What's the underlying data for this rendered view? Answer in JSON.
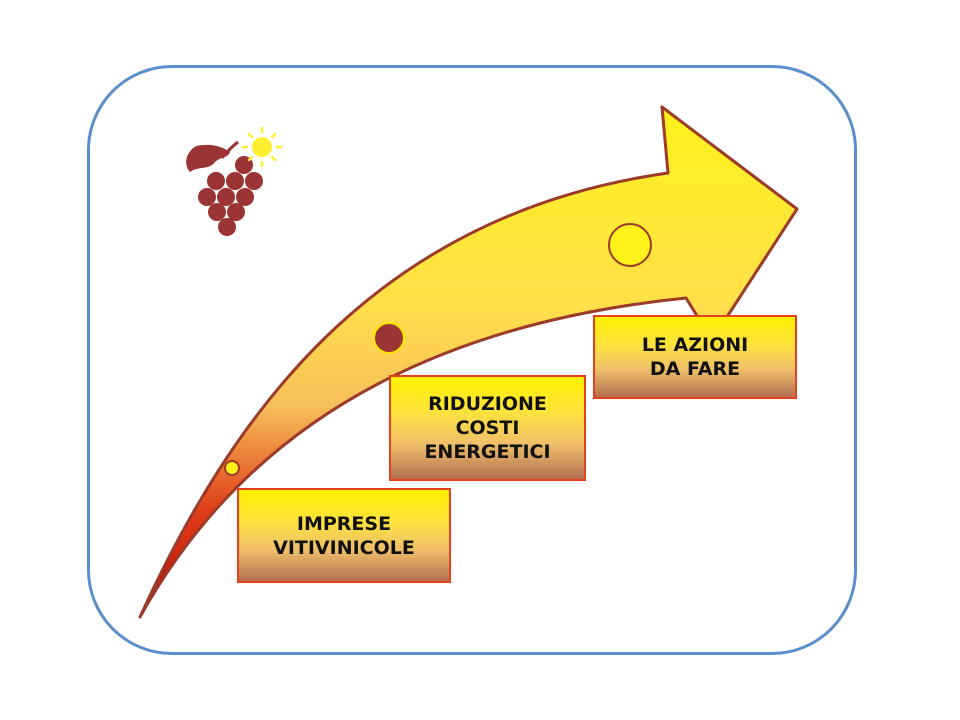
{
  "diagram": {
    "steps": [
      {
        "label": "IMPRESE\nVITIVINICOLE"
      },
      {
        "label": "RIDUZIONE\nCOSTI\nENERGETICI"
      },
      {
        "label": "LE AZIONI\nDA FARE"
      }
    ]
  },
  "colors": {
    "frame_border": "#5b8fcb",
    "arrow_light": "#ffef1a",
    "arrow_dark": "#c80000",
    "arrow_outline": "#9b3b2a",
    "grape": "#9b3434",
    "sun": "#ffef2e",
    "box_border": "#e8401e"
  },
  "icons": [
    "grape-icon",
    "sun-icon"
  ]
}
